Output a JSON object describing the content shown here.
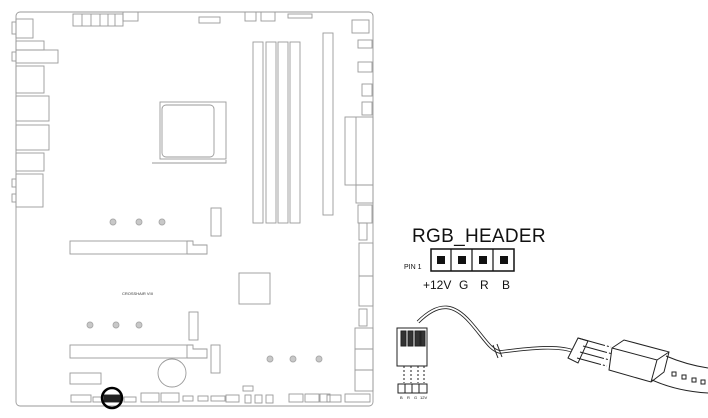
{
  "diagram": {
    "header_title": "RGB_HEADER",
    "pin1_label": "PIN 1",
    "pin_labels": [
      "+12V",
      "G",
      "R",
      "B"
    ],
    "connector_pin_labels": [
      "B",
      "R",
      "G",
      "12V"
    ],
    "highlight_color": "#000000",
    "board_line_color": "#9a9a9a"
  }
}
